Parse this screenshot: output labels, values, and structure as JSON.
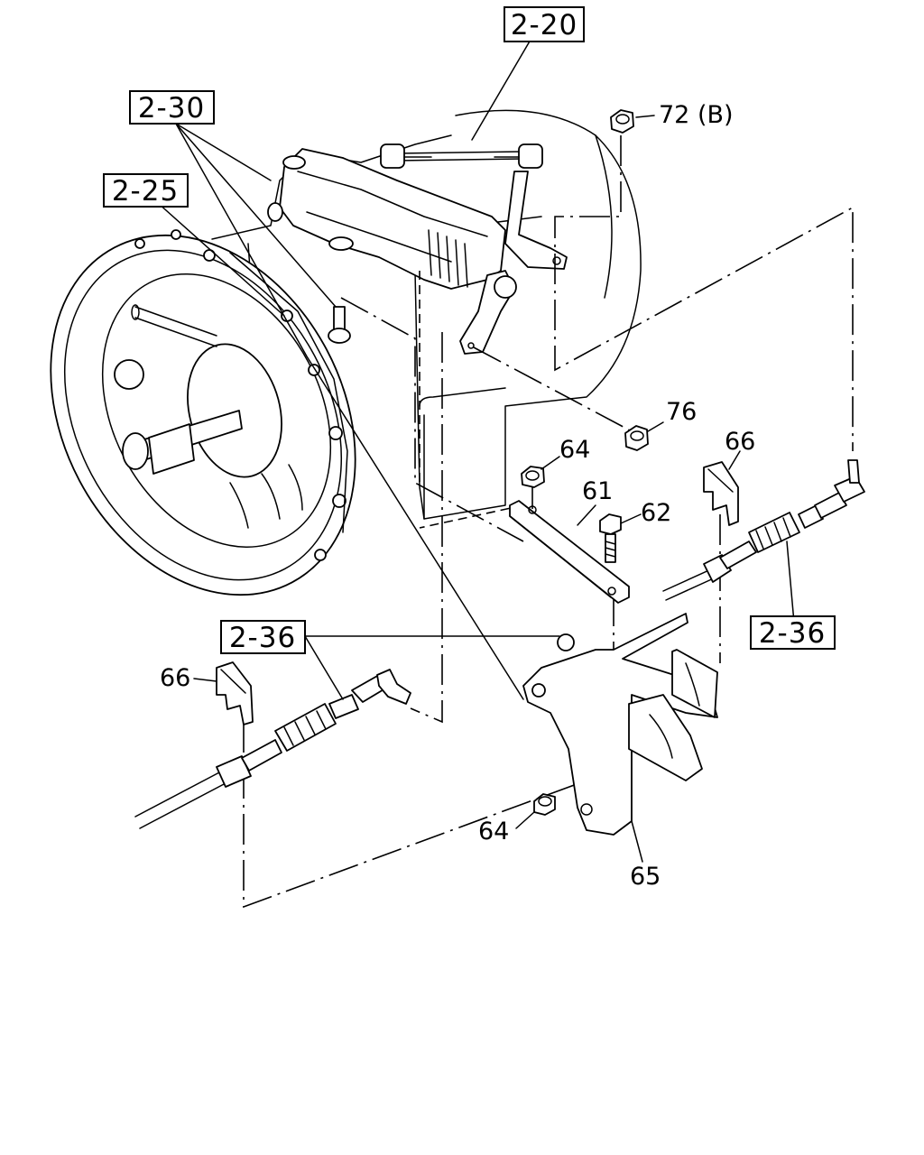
{
  "ref_boxes": [
    "2-20",
    "2-30",
    "2-25",
    "2-36",
    "2-36"
  ],
  "part_numbers": [
    "72 (B)",
    "76",
    "64",
    "61",
    "62",
    "66",
    "66",
    "64",
    "65"
  ]
}
